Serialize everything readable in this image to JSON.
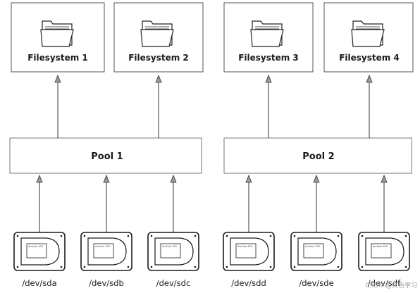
{
  "filesystems": [
    {
      "label": "Filesystem 1",
      "icon": "folder-icon"
    },
    {
      "label": "Filesystem 2",
      "icon": "folder-icon"
    },
    {
      "label": "Filesystem 3",
      "icon": "folder-icon"
    },
    {
      "label": "Filesystem 4",
      "icon": "folder-icon"
    }
  ],
  "pools": [
    {
      "label": "Pool 1"
    },
    {
      "label": "Pool 2"
    }
  ],
  "devices": [
    {
      "label": "/dev/sda",
      "icon": "hard-disk-icon"
    },
    {
      "label": "/dev/sdb",
      "icon": "hard-disk-icon"
    },
    {
      "label": "/dev/sdc",
      "icon": "hard-disk-icon"
    },
    {
      "label": "/dev/sdd",
      "icon": "hard-disk-icon"
    },
    {
      "label": "/dev/sde",
      "icon": "hard-disk-icon"
    },
    {
      "label": "/dev/sdf",
      "icon": "hard-disk-icon"
    }
  ],
  "disk_sticker_text": "Archive 100",
  "watermark": "CSDN @红色学习",
  "colors": {
    "line": "#333333",
    "arrow_fill": "#9a9a9a",
    "box_border": "#555555",
    "text": "#1a1a1a"
  }
}
